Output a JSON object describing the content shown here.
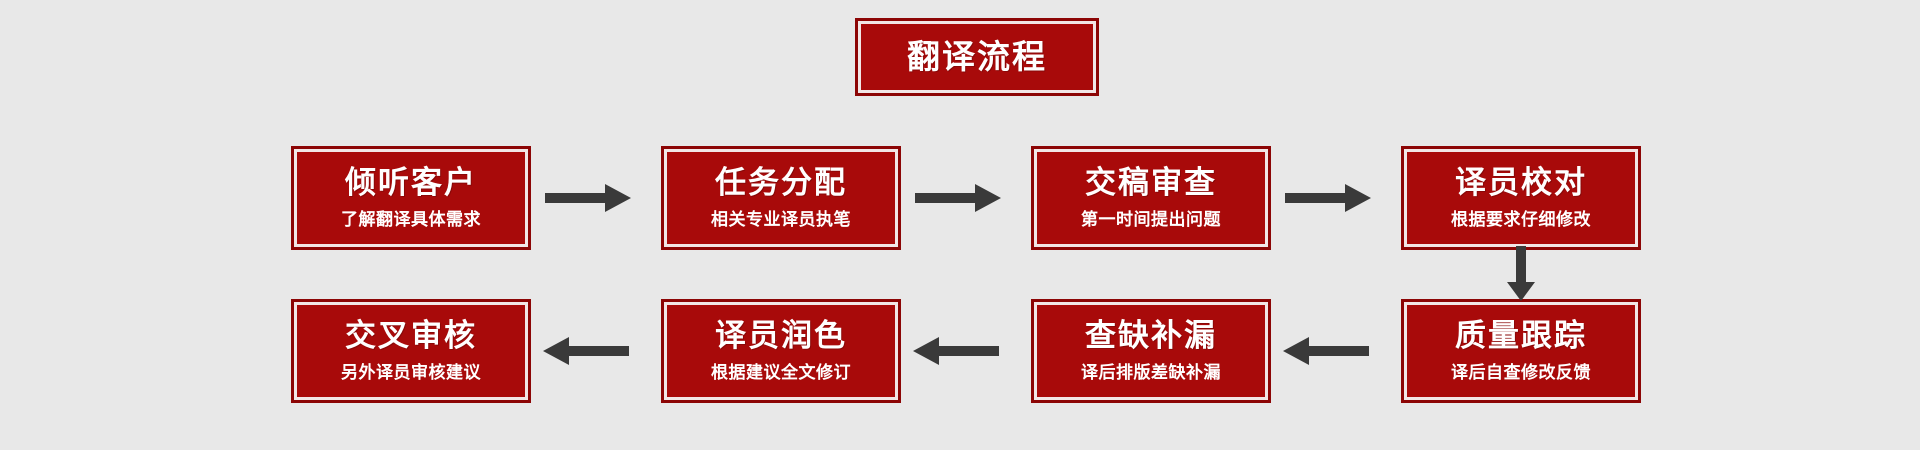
{
  "diagram": {
    "title": "翻译流程",
    "background_color": "#e8e8e8",
    "box_fill_color": "#a80a0a",
    "box_border_color": "#8c0505",
    "box_inner_line_color": "#f2e6e6",
    "text_color": "#ffffff",
    "arrow_color": "#3a3a3a"
  },
  "steps": [
    {
      "title": "倾听客户",
      "sub": "了解翻译具体需求"
    },
    {
      "title": "任务分配",
      "sub": "相关专业译员执笔"
    },
    {
      "title": "交稿审查",
      "sub": "第一时间提出问题"
    },
    {
      "title": "译员校对",
      "sub": "根据要求仔细修改"
    },
    {
      "title": "质量跟踪",
      "sub": "译后自查修改反馈"
    },
    {
      "title": "查缺补漏",
      "sub": "译后排版差缺补漏"
    },
    {
      "title": "译员润色",
      "sub": "根据建议全文修订"
    },
    {
      "title": "交叉审核",
      "sub": "另外译员审核建议"
    }
  ],
  "connectors": [
    {
      "name": "arrow-step1-to-step2",
      "direction": "right"
    },
    {
      "name": "arrow-step2-to-step3",
      "direction": "right"
    },
    {
      "name": "arrow-step3-to-step4",
      "direction": "right"
    },
    {
      "name": "arrow-step4-to-step5",
      "direction": "down"
    },
    {
      "name": "arrow-step5-to-step6",
      "direction": "left"
    },
    {
      "name": "arrow-step6-to-step7",
      "direction": "left"
    },
    {
      "name": "arrow-step7-to-step8",
      "direction": "left"
    }
  ]
}
